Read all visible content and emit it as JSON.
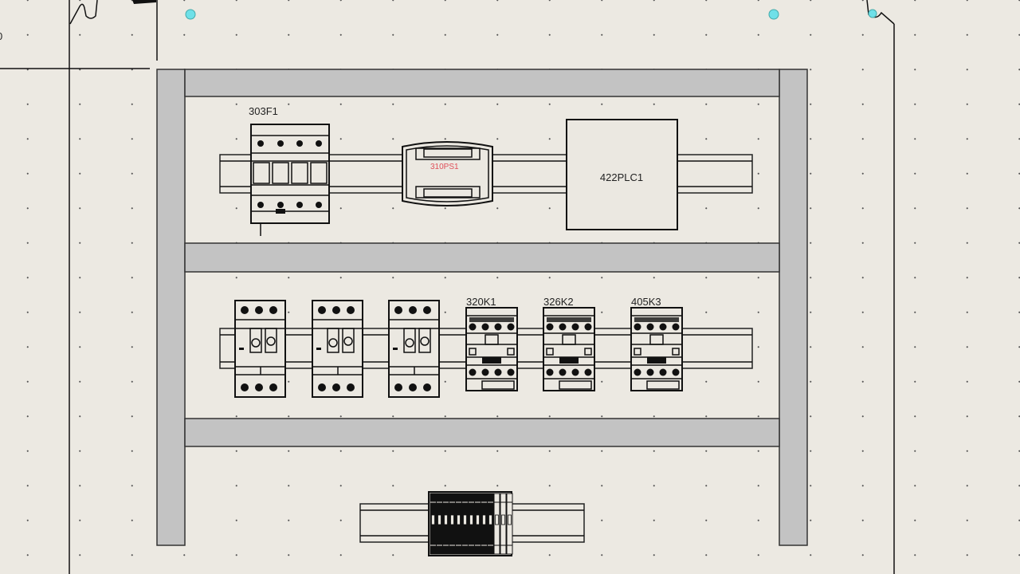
{
  "drawing": {
    "partial_label_left": "0",
    "devices": {
      "circuit_breaker": "303F1",
      "power_supply": "310PS1",
      "plc": "422PLC1",
      "contactors": [
        "320K1",
        "326K2",
        "405K3"
      ]
    },
    "colors": {
      "power_supply_label": "#e0505a",
      "snap_point": "#6fe0e8"
    }
  }
}
